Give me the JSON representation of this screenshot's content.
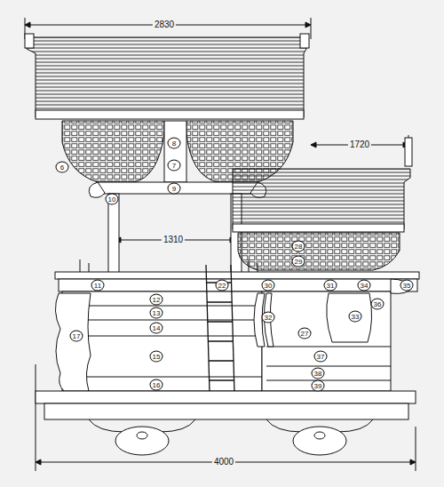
{
  "diagram": {
    "labels": [
      "2830",
      "1720",
      "1310",
      "4000",
      "6",
      "7",
      "8",
      "9",
      "10",
      "11",
      "12",
      "13",
      "14",
      "15",
      "16",
      "17",
      "28",
      "29",
      "30",
      "31",
      "32",
      "33",
      "34",
      "35",
      "36",
      "27",
      "37",
      "38",
      "39",
      "22"
    ]
  }
}
